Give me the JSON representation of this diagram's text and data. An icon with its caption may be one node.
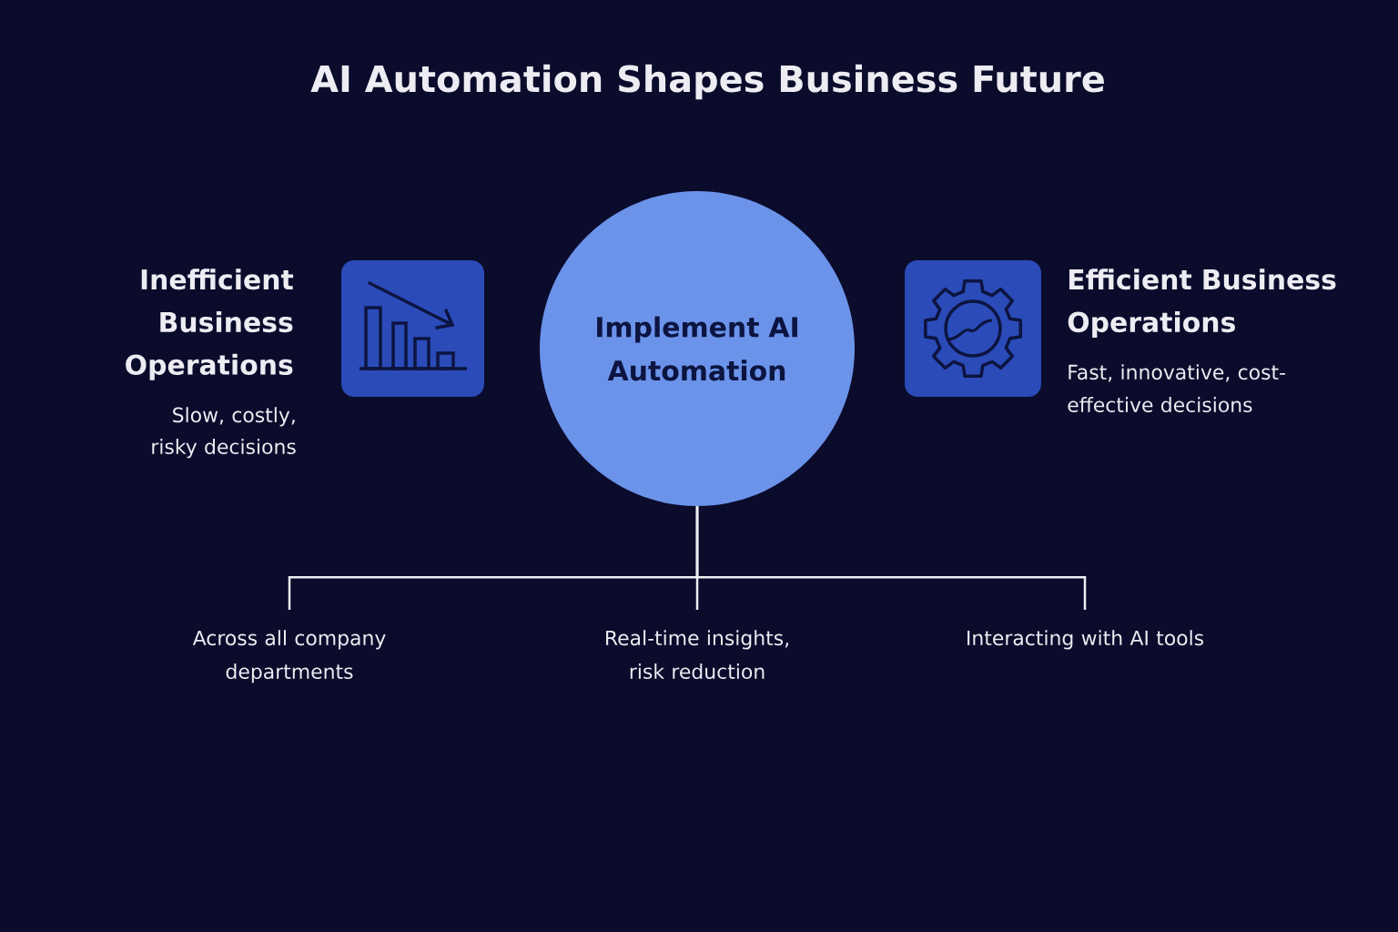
{
  "diagram": {
    "title": "AI Automation Shapes Business Future",
    "nodes": [
      {
        "text": [
          "Implement AI Automation"
        ]
      },
      {
        "text": [
          "Across all company departments"
        ]
      },
      {
        "text": [
          "Real-time insights, risk reduction"
        ]
      },
      {
        "text": [
          "Interacting with AI tools"
        ]
      }
    ],
    "edges": [
      {
        "from": 0,
        "to": 1,
        "arrow": "none"
      },
      {
        "from": 0,
        "to": 2,
        "arrow": "none"
      },
      {
        "from": 0,
        "to": 3,
        "arrow": "none"
      }
    ],
    "labels": [
      "Inefficient Business Operations",
      "Slow, costly, risky decisions",
      "Efficient Business Operations",
      "Fast, innovative, cost-effective decisions"
    ]
  }
}
